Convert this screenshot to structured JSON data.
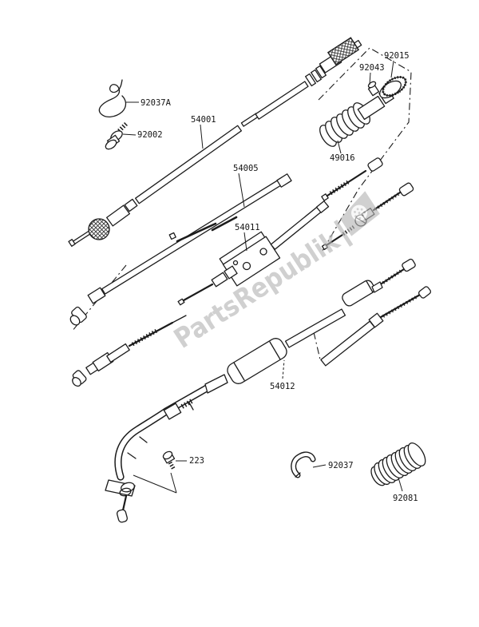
{
  "diagram": {
    "watermark": {
      "text": "PartsRepublik"
    },
    "colors": {
      "line": "#1c1c1c",
      "label": "#141414",
      "watermark": "#b4b4b4",
      "background": "#ffffff"
    },
    "parts": [
      {
        "label": "92037A"
      },
      {
        "label": "92002"
      },
      {
        "label": "54001"
      },
      {
        "label": "54005"
      },
      {
        "label": "92043"
      },
      {
        "label": "92015"
      },
      {
        "label": "49016"
      },
      {
        "label": "54011"
      },
      {
        "label": "54012"
      },
      {
        "label": "223"
      },
      {
        "label": "92037"
      },
      {
        "label": "92081"
      }
    ]
  }
}
